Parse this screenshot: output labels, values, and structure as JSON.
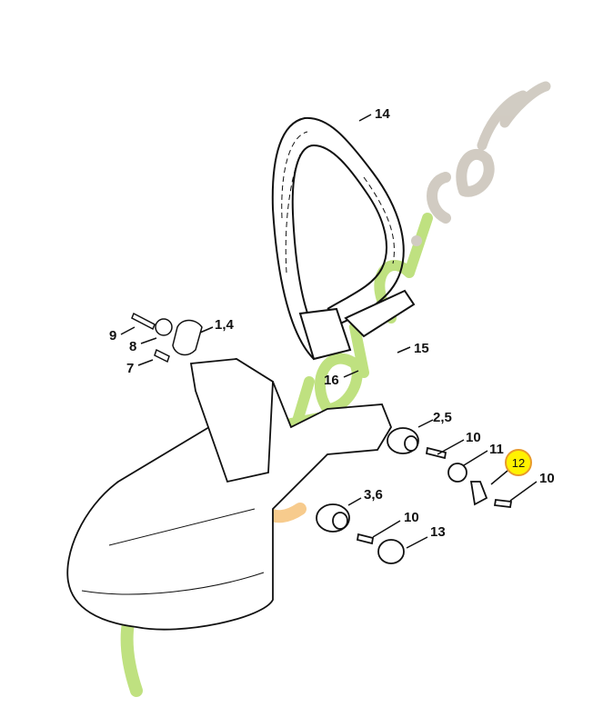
{
  "diagram": {
    "type": "exploded-parts-view",
    "subject": "chainsaw handle / housing assembly",
    "callouts": [
      {
        "id": "c14",
        "label": "14",
        "part": "handlebar"
      },
      {
        "id": "c9",
        "label": "9",
        "part": "screw"
      },
      {
        "id": "c8",
        "label": "8",
        "part": "washer"
      },
      {
        "id": "c7",
        "label": "7",
        "part": "pin"
      },
      {
        "id": "c14b",
        "label": "1,4",
        "part": "cover plate"
      },
      {
        "id": "c15",
        "label": "15",
        "part": "screw"
      },
      {
        "id": "c16",
        "label": "16",
        "part": "screw"
      },
      {
        "id": "c25",
        "label": "2,5",
        "part": "annular buffer"
      },
      {
        "id": "c10a",
        "label": "10",
        "part": "screw"
      },
      {
        "id": "c11",
        "label": "11",
        "part": "bracket"
      },
      {
        "id": "c12",
        "label": "12",
        "part": "stop",
        "highlighted": true
      },
      {
        "id": "c10b",
        "label": "10",
        "part": "screw"
      },
      {
        "id": "c36",
        "label": "3,6",
        "part": "annular buffer"
      },
      {
        "id": "c10c",
        "label": "10",
        "part": "screw"
      },
      {
        "id": "c13",
        "label": "13",
        "part": "plug"
      }
    ],
    "highlight_color": "#fff200",
    "highlight_border": "#e89a2a"
  },
  "watermark": {
    "text_main": "foretjardin",
    "text_tld": ".com",
    "colors": {
      "green": "#b5dc6a",
      "orange": "#f6c27a",
      "gray": "#c9c3b8"
    }
  }
}
